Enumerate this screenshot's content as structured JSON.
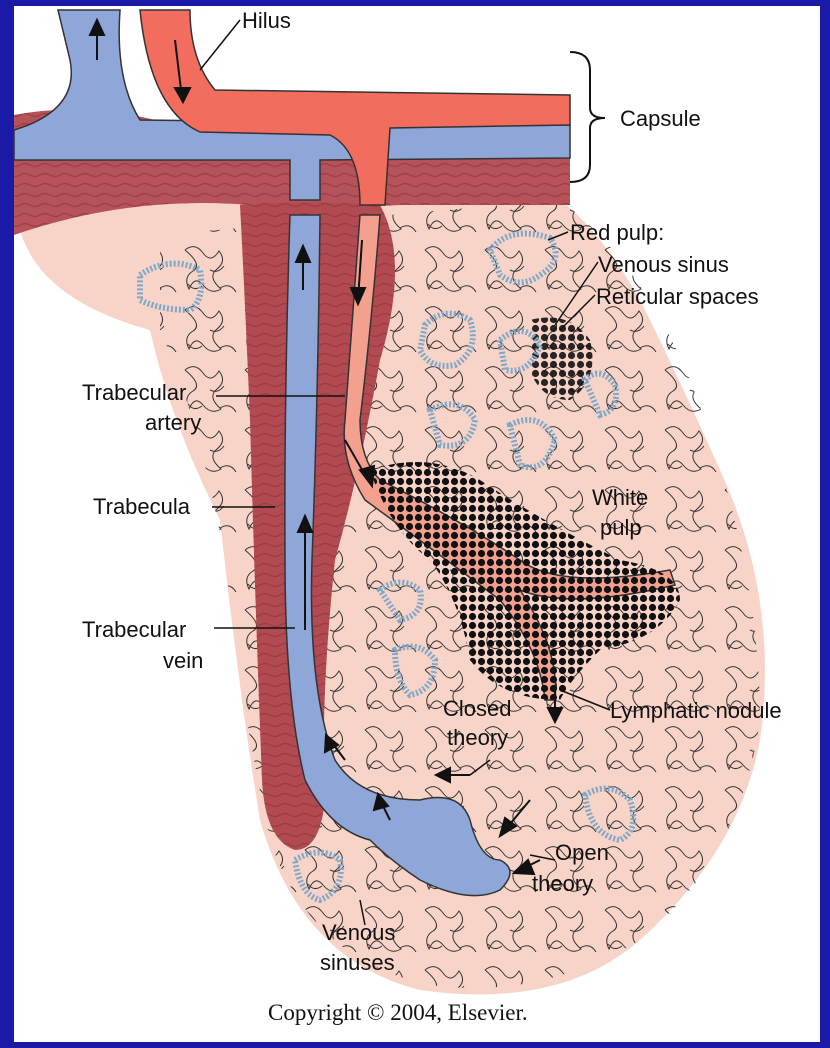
{
  "colors": {
    "background": "#1a1aa6",
    "artery": "#f26d5e",
    "vein": "#8fa6d8",
    "trabecula": "#b24a52",
    "capsule": "#b5525a",
    "pulp_halo": "#f8d4c8",
    "white_pulp": "#111111",
    "sinus_wall": "#7fa7c8"
  },
  "labels": {
    "hilus": "Hilus",
    "capsule": "Capsule",
    "red_pulp": "Red pulp:",
    "venous_sinus": "Venous sinus",
    "reticular_spaces": "Reticular spaces",
    "trabecular_artery_1": "Trabecular",
    "trabecular_artery_2": "artery",
    "trabecula": "Trabecula",
    "trabecular_vein_1": "Trabecular",
    "trabecular_vein_2": "vein",
    "white_pulp_1": "White",
    "white_pulp_2": "pulp",
    "lymphatic_nodule": "Lymphatic nodule",
    "closed_theory_1": "Closed",
    "closed_theory_2": "theory",
    "open_theory_1": "Open",
    "open_theory_2": "theory",
    "venous_sinuses_1": "Venous",
    "venous_sinuses_2": "sinuses"
  },
  "copyright": "Copyright © 2004, Elsevier."
}
